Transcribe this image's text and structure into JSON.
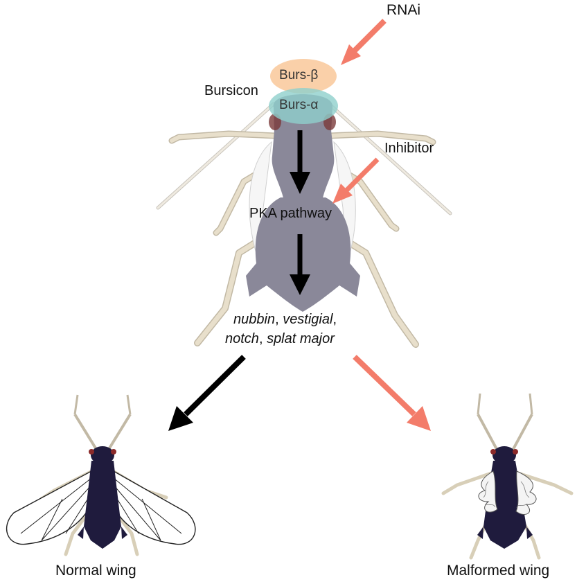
{
  "labels": {
    "rnai": "RNAi",
    "bursicon": "Bursicon",
    "burs_beta": "Burs-β",
    "burs_alpha": "Burs-α",
    "inhibitor": "Inhibitor",
    "pka": "PKA pathway",
    "genes_line1": {
      "g1": "nubbin",
      "sep1": ", ",
      "g2": "vestigial",
      "sep2": ","
    },
    "genes_line2": {
      "g3": "notch",
      "sep3": ", ",
      "g4": "splat major"
    },
    "normal": "Normal wing",
    "malformed": "Malformed wing"
  },
  "colors": {
    "inhibit_arrow": "#f37c6a",
    "activate_arrow": "#000000",
    "burs_beta_fill": "#f9c89a",
    "burs_alpha_fill": "#8fd0cc",
    "aphid_body_large": "#8a8899",
    "aphid_leg": "#e6ddc9",
    "aphid_body_dark": "#1f1b3d",
    "aphid_eye": "#8b2a2a"
  }
}
